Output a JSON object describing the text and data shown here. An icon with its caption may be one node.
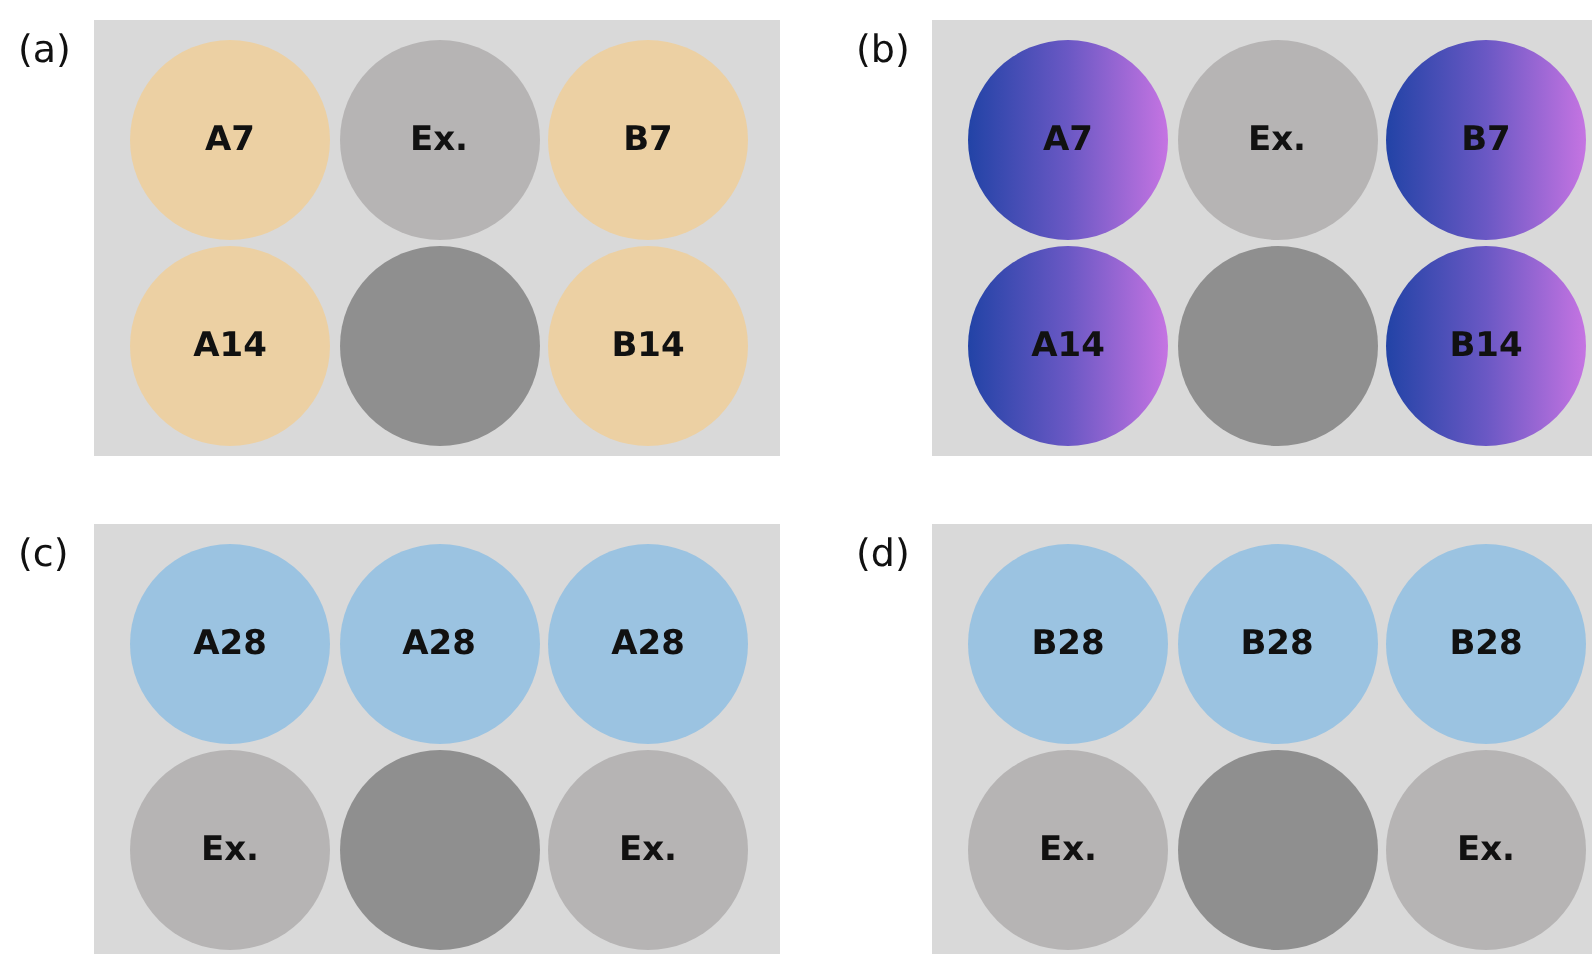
{
  "diagram": {
    "nodes": [
      {
        "text": [
          "(a)"
        ]
      },
      {
        "text": [
          "A7"
        ],
        "in": 0
      },
      {
        "text": [
          "Ex."
        ],
        "in": 0
      },
      {
        "text": [
          "B7"
        ],
        "in": 0
      },
      {
        "text": [
          "A14"
        ],
        "in": 0
      },
      {
        "text": [],
        "shape": "circle",
        "in": 0
      },
      {
        "text": [
          "B14"
        ],
        "in": 0
      },
      {
        "text": [
          "(b)"
        ]
      },
      {
        "text": [
          "A7"
        ],
        "in": 7
      },
      {
        "text": [
          "Ex."
        ],
        "in": 7
      },
      {
        "text": [
          "B7"
        ],
        "in": 7
      },
      {
        "text": [
          "A14"
        ],
        "in": 7
      },
      {
        "text": [],
        "shape": "circle",
        "in": 7
      },
      {
        "text": [
          "B14"
        ],
        "in": 7
      },
      {
        "text": [
          "(c)"
        ]
      },
      {
        "text": [
          "A28"
        ],
        "in": 14
      },
      {
        "text": [
          "A28"
        ],
        "in": 14
      },
      {
        "text": [
          "A28"
        ],
        "in": 14
      },
      {
        "text": [
          "Ex."
        ],
        "in": 14
      },
      {
        "text": [],
        "shape": "circle",
        "in": 14
      },
      {
        "text": [
          "Ex."
        ],
        "in": 14
      },
      {
        "text": [
          "(d)"
        ]
      },
      {
        "text": [
          "B28"
        ],
        "in": 21
      },
      {
        "text": [
          "B28"
        ],
        "in": 21
      },
      {
        "text": [
          "B28"
        ],
        "in": 21
      },
      {
        "text": [
          "Ex."
        ],
        "in": 21
      },
      {
        "text": [],
        "shape": "circle",
        "in": 21
      },
      {
        "text": [
          "Ex."
        ],
        "in": 21
      }
    ]
  }
}
